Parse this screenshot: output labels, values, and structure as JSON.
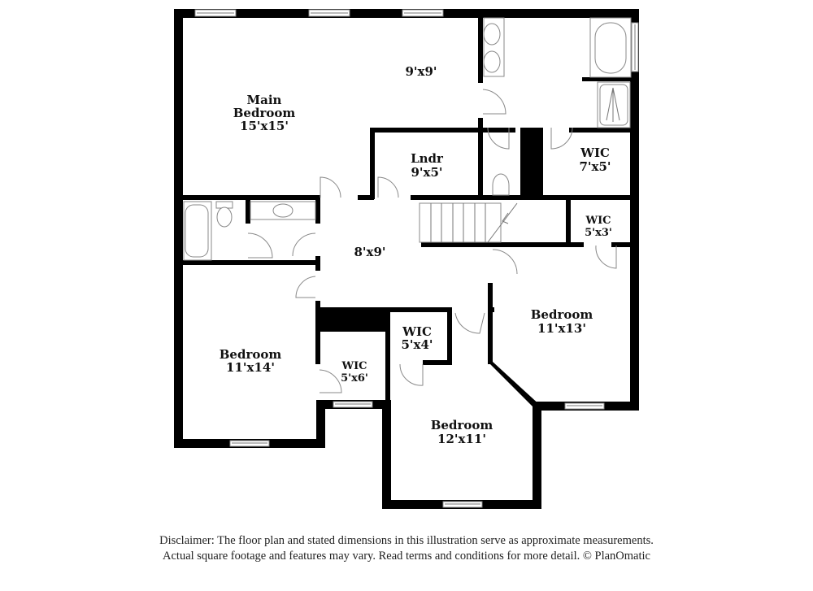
{
  "floor_plan": {
    "rooms": [
      {
        "id": "main-bedroom",
        "name": "Main\nBedroom",
        "name_lines": [
          "Main",
          "Bedroom"
        ],
        "dims": "15'x15'"
      },
      {
        "id": "main-bath",
        "name": "",
        "dims": "9'x9'"
      },
      {
        "id": "laundry",
        "name": "Lndr",
        "dims": "9'x5'"
      },
      {
        "id": "wic-main",
        "name": "WIC",
        "dims": "7'x5'"
      },
      {
        "id": "wic-hall",
        "name": "WIC",
        "dims": "5'x3'"
      },
      {
        "id": "hallway",
        "name": "",
        "dims": "8'x9'"
      },
      {
        "id": "bedroom-left",
        "name": "Bedroom",
        "dims": "11'x14'"
      },
      {
        "id": "wic-left",
        "name": "WIC",
        "dims": "5'x6'"
      },
      {
        "id": "wic-center",
        "name": "WIC",
        "dims": "5'x4'"
      },
      {
        "id": "bedroom-right",
        "name": "Bedroom",
        "dims": "11'x13'"
      },
      {
        "id": "bedroom-bottom",
        "name": "Bedroom",
        "dims": "12'x11'"
      }
    ]
  },
  "labels": {
    "main_bedroom_l1": "Main",
    "main_bedroom_l2": "Bedroom",
    "main_bedroom_dims": "15'x15'",
    "main_bath_dims": "9'x9'",
    "laundry_name": "Lndr",
    "laundry_dims": "9'x5'",
    "wic_main_name": "WIC",
    "wic_main_dims": "7'x5'",
    "wic_hall_name": "WIC",
    "wic_hall_dims": "5'x3'",
    "hallway_dims": "8'x9'",
    "bedroom_left_name": "Bedroom",
    "bedroom_left_dims": "11'x14'",
    "wic_left_name": "WIC",
    "wic_left_dims": "5'x6'",
    "wic_center_name": "WIC",
    "wic_center_dims": "5'x4'",
    "bedroom_right_name": "Bedroom",
    "bedroom_right_dims": "11'x13'",
    "bedroom_bottom_name": "Bedroom",
    "bedroom_bottom_dims": "12'x11'"
  },
  "disclaimer": {
    "line1": "Disclaimer: The floor plan and stated dimensions in this illustration serve as approximate measurements.",
    "line2": "Actual square footage and features may vary. Read terms and conditions for more detail. © PlanOmatic"
  },
  "colors": {
    "wall": "#000000",
    "background": "#ffffff",
    "fixture_line": "#888888"
  }
}
